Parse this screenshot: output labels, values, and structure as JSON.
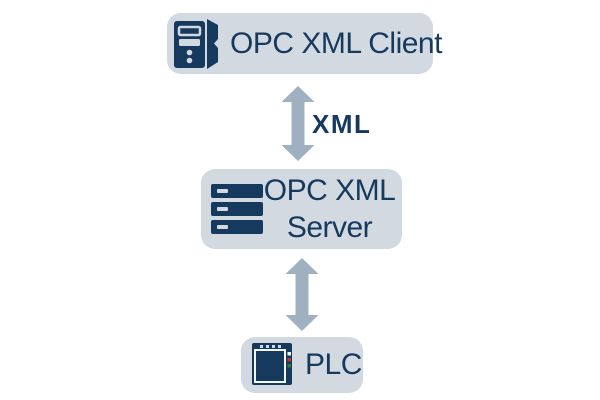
{
  "diagram": {
    "nodes": {
      "client": {
        "label": "OPC XML Client",
        "icon": "desktop-tower-icon"
      },
      "server": {
        "label_line1": "OPC XML",
        "label_line2": "Server",
        "icon": "server-rack-icon"
      },
      "plc": {
        "label": "PLC",
        "icon": "plc-icon"
      }
    },
    "connections": [
      {
        "from": "client",
        "to": "server",
        "label": "XML",
        "style": "double-headed-vertical-arrow"
      },
      {
        "from": "server",
        "to": "plc",
        "label": "",
        "style": "double-headed-vertical-arrow"
      }
    ],
    "colors": {
      "background": "#ffffff",
      "box_fill": "#d2d9e0",
      "text_and_icon_navy": "#16395e",
      "arrow_gray": "#9fb0c1",
      "plc_led_white": "#f4f7f9",
      "plc_led_red": "#c03a2b",
      "plc_led_green": "#2f7d33"
    }
  }
}
